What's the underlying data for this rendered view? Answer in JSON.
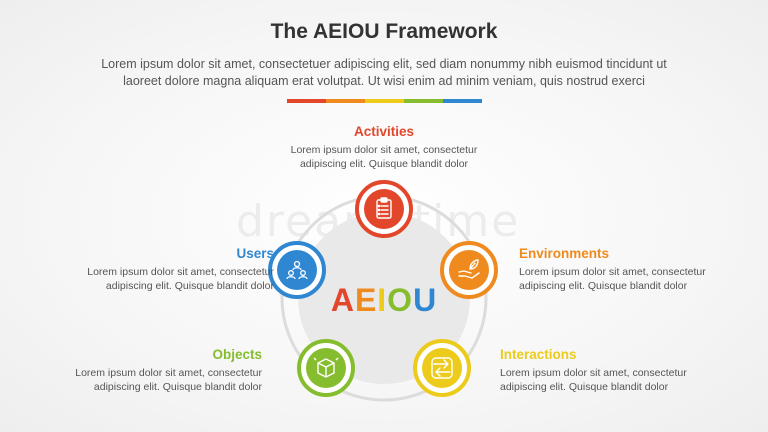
{
  "header": {
    "title": "The AEIOU Framework",
    "subtitle_line1": "Lorem ipsum dolor sit amet, consectetuer adipiscing elit, sed diam nonummy nibh euismod tincidunt ut",
    "subtitle_line2": "laoreet dolore magna aliquam erat volutpat. Ut wisi enim ad minim veniam, quis nostrud exerci"
  },
  "colors": {
    "activities": "#e2472b",
    "environments": "#ef8a1f",
    "interactions": "#eccb1b",
    "objects": "#86bd2f",
    "users": "#2f87d2",
    "bar": [
      "#e2472b",
      "#ef8a1f",
      "#eccb1b",
      "#86bd2f",
      "#2f87d2"
    ]
  },
  "center": {
    "letters": [
      "A",
      "E",
      "I",
      "O",
      "U"
    ]
  },
  "watermark": "dreamstime",
  "items": {
    "activities": {
      "title": "Activities",
      "desc_line1": "Lorem ipsum dolor sit amet, consectetur",
      "desc_line2": "adipiscing elit. Quisque blandit dolor",
      "icon": "clipboard-icon"
    },
    "environments": {
      "title": "Environments",
      "desc_line1": "Lorem ipsum dolor sit amet, consectetur",
      "desc_line2": "adipiscing elit. Quisque blandit dolor",
      "icon": "hand-leaf-icon"
    },
    "interactions": {
      "title": "Interactions",
      "desc_line1": "Lorem ipsum dolor sit amet, consectetur",
      "desc_line2": "adipiscing elit. Quisque blandit dolor",
      "icon": "exchange-arrows-icon"
    },
    "objects": {
      "title": "Objects",
      "desc_line1": "Lorem ipsum dolor sit amet, consectetur",
      "desc_line2": "adipiscing elit. Quisque blandit dolor",
      "icon": "cube-icon"
    },
    "users": {
      "title": "Users",
      "desc_line1": "Lorem ipsum dolor sit amet, consectetur",
      "desc_line2": "adipiscing elit. Quisque blandit dolor",
      "icon": "team-icon"
    }
  }
}
